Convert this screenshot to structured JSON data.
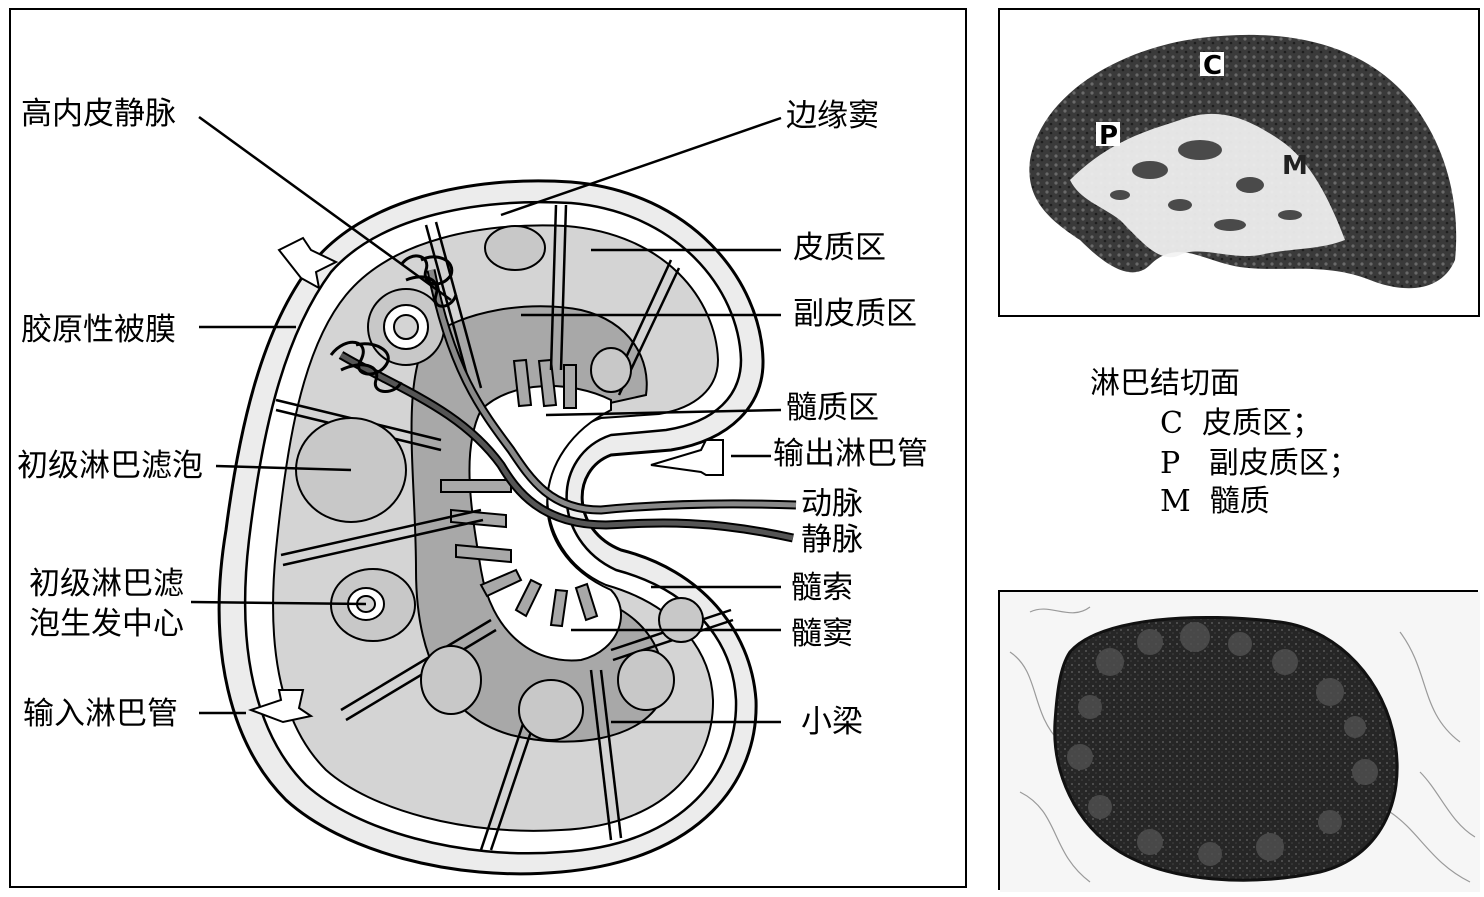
{
  "diagram": {
    "labels": {
      "hev": "高内皮静脉",
      "capsule": "胶原性被膜",
      "primary_follicle": "初级淋巴滤泡",
      "germinal_center_line1": "初级淋巴滤",
      "germinal_center_line2": "泡生发中心",
      "afferent": "输入淋巴管",
      "subcapsular_sinus": "边缘窦",
      "cortex": "皮质区",
      "paracortex": "副皮质区",
      "medulla": "髓质区",
      "efferent": "输出淋巴管",
      "artery": "动脉",
      "vein": "静脉",
      "medullary_cord": "髓索",
      "medullary_sinus": "髓窦",
      "trabecula": "小梁"
    }
  },
  "section_photo": {
    "letters": {
      "c": "C",
      "p": "P",
      "m": "M"
    }
  },
  "legend": {
    "title": "淋巴结切面",
    "items": [
      {
        "letter": "C",
        "text": "皮质区；"
      },
      {
        "letter": "P",
        "text": "副皮质区；"
      },
      {
        "letter": "M",
        "text": "髓质"
      }
    ]
  },
  "colors": {
    "light_gray": "#d4d4d4",
    "mid_gray": "#a8a8a8",
    "dark": "#1a1a1a",
    "tissue": "#3a3a3a"
  }
}
